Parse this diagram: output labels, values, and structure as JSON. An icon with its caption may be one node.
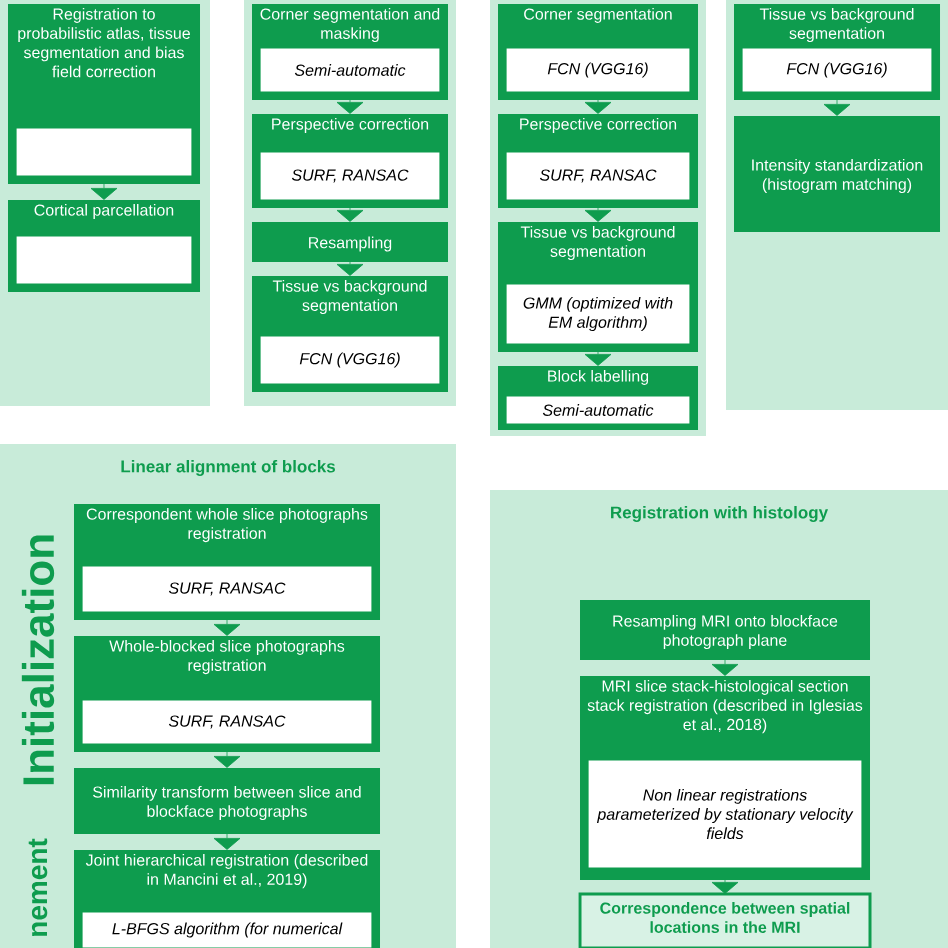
{
  "diagram": {
    "nodes": [
      {
        "text": [],
        "shape": "box"
      },
      {
        "text": [
          "Registration to probabilistic atlas, tissue segmentation and bias field correction"
        ],
        "in": 0
      },
      {
        "text": [],
        "shape": "box",
        "in": 1
      },
      {
        "text": [
          "Cortical parcellation"
        ],
        "in": 0
      },
      {
        "text": [],
        "shape": "box",
        "in": 3
      },
      {
        "text": [],
        "shape": "box"
      },
      {
        "text": [
          "Corner segmentation and masking"
        ],
        "in": 5
      },
      {
        "text": [
          "Semi-automatic"
        ],
        "in": 6
      },
      {
        "text": [
          "Perspective correction"
        ],
        "in": 5
      },
      {
        "text": [
          "SURF, RANSAC"
        ],
        "in": 8
      },
      {
        "text": [
          "Resampling"
        ],
        "in": 5
      },
      {
        "text": [
          "Tissue vs background segmentation"
        ],
        "in": 5
      },
      {
        "text": [
          "FCN (VGG16)"
        ],
        "in": 11
      },
      {
        "text": [],
        "shape": "box"
      },
      {
        "text": [
          "Corner segmentation"
        ],
        "in": 13
      },
      {
        "text": [
          "FCN (VGG16)"
        ],
        "in": 14
      },
      {
        "text": [
          "Perspective correction"
        ],
        "in": 13
      },
      {
        "text": [
          "SURF, RANSAC"
        ],
        "in": 16
      },
      {
        "text": [
          "Tissue vs background segmentation"
        ],
        "in": 13
      },
      {
        "text": [
          "GMM (optimized with EM algorithm)"
        ],
        "in": 18
      },
      {
        "text": [
          "Block labelling"
        ],
        "in": 13
      },
      {
        "text": [
          "Semi-automatic"
        ],
        "in": 20
      },
      {
        "text": [],
        "shape": "box"
      },
      {
        "text": [
          "Tissue vs background segmentation"
        ],
        "in": 22
      },
      {
        "text": [
          "FCN (VGG16)"
        ],
        "in": 23
      },
      {
        "text": [
          "Intensity standardization (histogram matching)"
        ],
        "in": 22
      },
      {
        "text": [
          "Linear alignment of blocks"
        ]
      },
      {
        "text": [
          "Correspondent whole slice photographs registration"
        ],
        "in": 26
      },
      {
        "text": [
          "SURF, RANSAC"
        ],
        "in": 27
      },
      {
        "text": [
          "Whole-blocked slice photographs registration"
        ],
        "in": 26
      },
      {
        "text": [
          "SURF, RANSAC"
        ],
        "in": 29
      },
      {
        "text": [
          "Similarity transform between slice and blockface photographs"
        ],
        "in": 26
      },
      {
        "text": [
          "Joint hierarchical registration (described in Mancini et al., 2019)"
        ],
        "in": 26
      },
      {
        "text": [
          "L-BFGS algorithm (for numerical"
        ],
        "in": 32
      },
      {
        "text": [
          "Registration with histology"
        ]
      },
      {
        "text": [
          "Resampling MRI onto blockface photograph plane"
        ],
        "in": 34
      },
      {
        "text": [
          "MRI slice stack-histological section stack registration (described in Iglesias et al., 2018)"
        ],
        "in": 34
      },
      {
        "text": [
          "Non linear registrations parameterized by stationary velocity fields"
        ],
        "in": 36
      },
      {
        "text": [
          "Correspondence between spatial locations in the MRI"
        ],
        "in": 34
      }
    ],
    "edges": [
      {
        "from": 1,
        "to": 3,
        "arrow": "to"
      },
      {
        "from": 6,
        "to": 8,
        "arrow": "to"
      },
      {
        "from": 8,
        "to": 10,
        "arrow": "to"
      },
      {
        "from": 10,
        "to": 11,
        "arrow": "to"
      },
      {
        "from": 14,
        "to": 16,
        "arrow": "to"
      },
      {
        "from": 16,
        "to": 18,
        "arrow": "to"
      },
      {
        "from": 18,
        "to": 20,
        "arrow": "to"
      },
      {
        "from": 23,
        "to": 25,
        "arrow": "to"
      },
      {
        "from": 27,
        "to": 29,
        "arrow": "to"
      },
      {
        "from": 29,
        "to": 31,
        "arrow": "to"
      },
      {
        "from": 31,
        "to": 32,
        "arrow": "to"
      },
      {
        "from": 35,
        "to": 36,
        "arrow": "to"
      },
      {
        "from": 36,
        "to": 38,
        "arrow": "to"
      }
    ],
    "labels": [
      "Initialization",
      "nement"
    ]
  }
}
